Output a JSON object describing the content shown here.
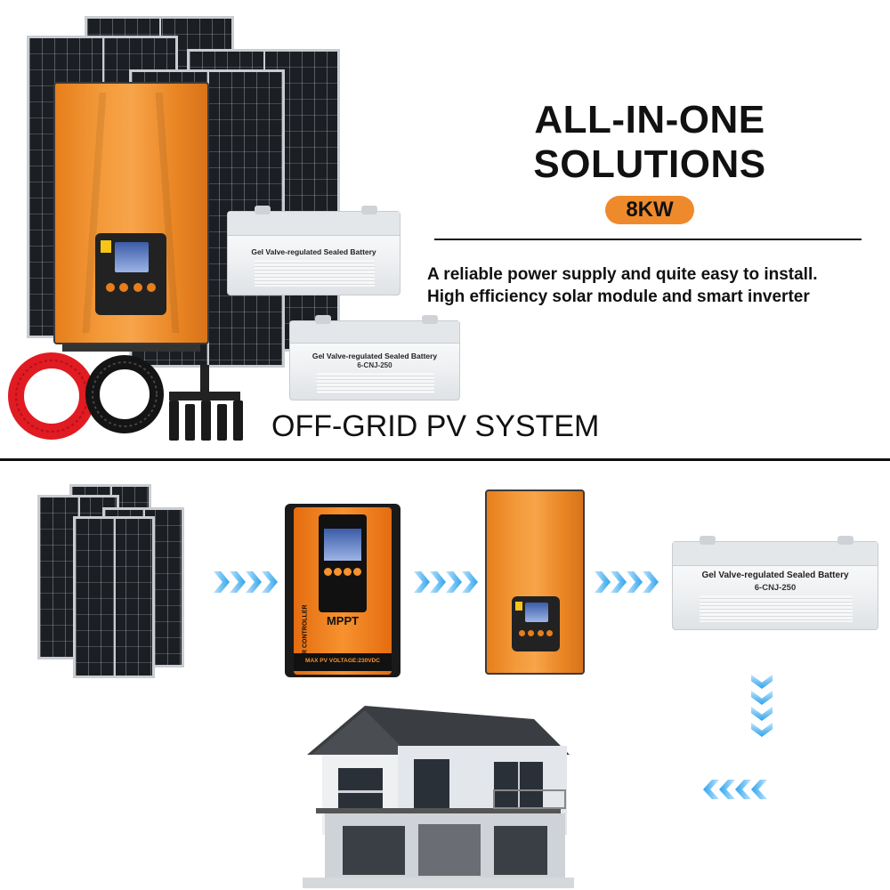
{
  "headline": {
    "line1": "ALL-IN-ONE",
    "line2": "SOLUTIONS",
    "badge": "8KW",
    "desc1": "A reliable power supply and quite easy to install.",
    "desc2": "High efficiency solar module and smart inverter"
  },
  "system_label": "OFF-GRID PV SYSTEM",
  "battery": {
    "label": "Gel Valve-regulated Sealed Battery",
    "model": "6-CNJ-250"
  },
  "controller": {
    "mode": "MPPT",
    "side_text": "SOLAR CONTROLLER",
    "max_voltage": "MAX PV VOLTAGE:230VDC"
  },
  "colors": {
    "inverter_orange": "#f39a3a",
    "badge_orange": "#ef8a2c",
    "arrow_blue": "#2da3ec",
    "panel_dark": "#1b1f24"
  },
  "icons": [
    "solar-panel-icon",
    "inverter-icon",
    "battery-icon",
    "cable-icon",
    "connector-icon",
    "charge-controller-icon",
    "house-icon",
    "chevron-right-icon",
    "chevron-down-icon",
    "chevron-left-icon"
  ]
}
